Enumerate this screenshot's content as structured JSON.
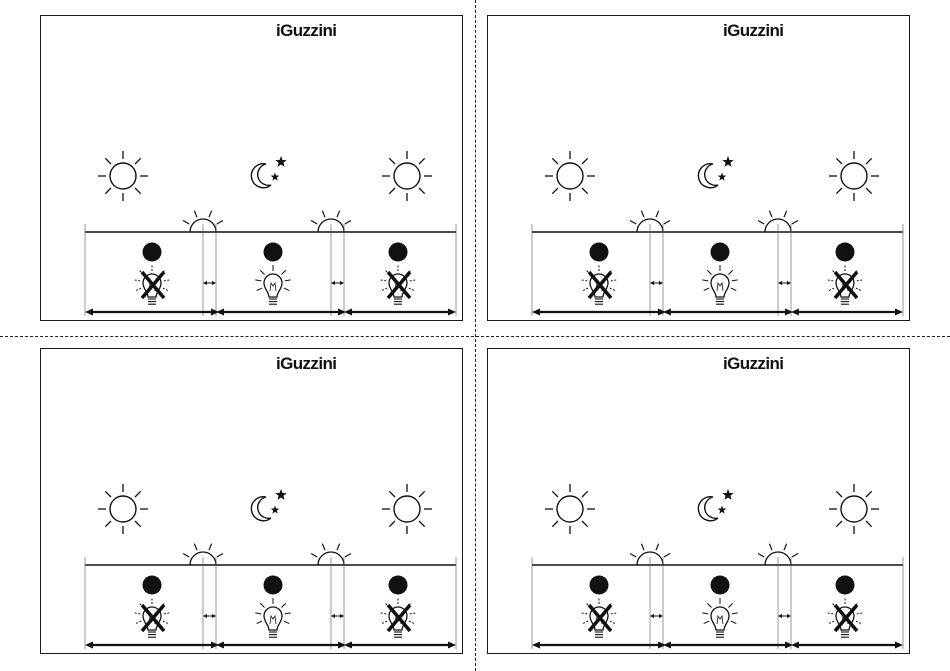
{
  "brand": {
    "logo_text": "iGuzzini"
  },
  "layout": {
    "panel_count": 4,
    "cut_lines": "dashed"
  },
  "panel_sequence": [
    {
      "period": "day",
      "indicator": "filled",
      "lamp": "off"
    },
    {
      "period": "night",
      "indicator": "filled",
      "lamp": "on"
    },
    {
      "period": "day",
      "indicator": "filled",
      "lamp": "off"
    }
  ],
  "transitions": [
    "sunset",
    "sunrise"
  ],
  "icons": [
    "sun-icon",
    "moon-stars-icon",
    "horizon-sun-icon",
    "indicator-dot-icon",
    "bulb-on-icon",
    "bulb-off-icon",
    "double-arrow-icon"
  ],
  "colors": {
    "ink": "#111111",
    "background": "#ffffff",
    "cut_line": "#222222"
  }
}
